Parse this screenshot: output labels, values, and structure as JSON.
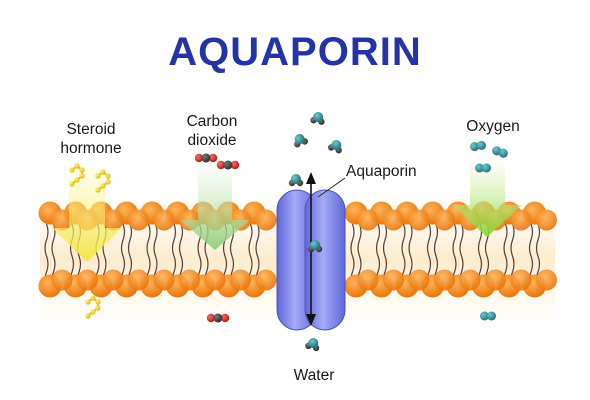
{
  "title": "AQUAPORIN",
  "labels": {
    "steroid_line1": "Steroid",
    "steroid_line2": "hormone",
    "carbon_line1": "Carbon",
    "carbon_line2": "dioxide",
    "aquaporin": "Aquaporin",
    "oxygen": "Oxygen",
    "water": "Water"
  },
  "colors": {
    "title": "#2433a6",
    "lipid_head": "#f08a1c",
    "lipid_tail": "#5a3a3a",
    "channel": "#7b82e6",
    "steroid_arrow": "#f2ea4a",
    "carbon_arrow": "#8fce7a",
    "oxygen_arrow": "#8fdc3c",
    "water_molecule": "#2b8a90",
    "oxygen_atom": "#d92b2b",
    "steroid_molecule": "#f0d020"
  },
  "icons": {
    "steroid": "steroid-molecule-icon",
    "carbon": "carbon-dioxide-molecule-icon",
    "water": "water-molecule-icon",
    "oxygen": "oxygen-molecule-icon"
  }
}
